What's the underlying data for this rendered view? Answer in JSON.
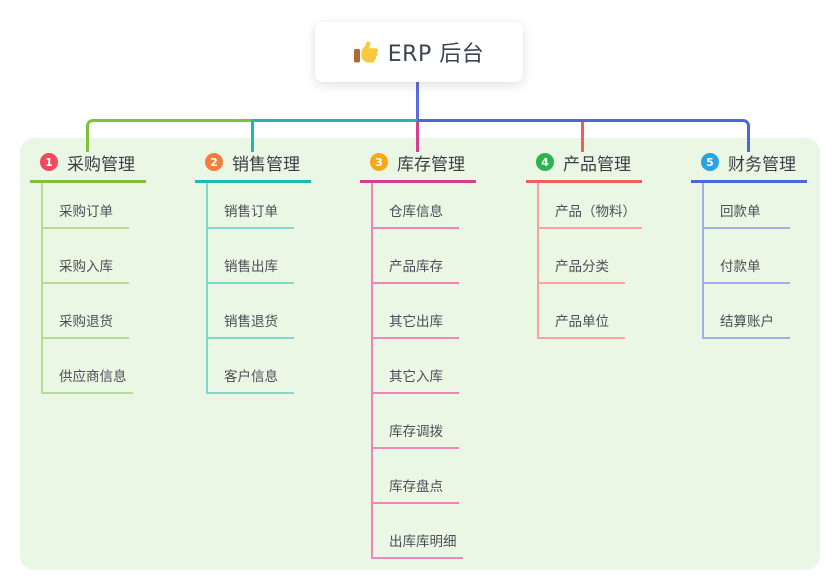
{
  "root": {
    "title": "ERP 后台",
    "icon": "thumbs-up-icon"
  },
  "colors": {
    "root_line": "#5b6ce1",
    "panel_bg": "#eaf7e5",
    "root_box_bg": "#ffffff",
    "thumb_yellow": "#f8c93c",
    "thumb_cuff": "#b06a32"
  },
  "branches": [
    {
      "num": "1",
      "label": "采购管理",
      "line_color": "#7fc13d",
      "child_line_color": "#b7db90",
      "badge_color": "#f4485e",
      "children": [
        "采购订单",
        "采购入库",
        "采购退货",
        "供应商信息"
      ]
    },
    {
      "num": "2",
      "label": "销售管理",
      "line_color": "#1db9ae",
      "child_line_color": "#82d7cf",
      "badge_color": "#f67d3b",
      "children": [
        "销售订单",
        "销售出库",
        "销售退货",
        "客户信息"
      ]
    },
    {
      "num": "3",
      "label": "库存管理",
      "line_color": "#d4408e",
      "child_line_color": "#ef85b9",
      "badge_color": "#f9a71b",
      "children": [
        "仓库信息",
        "产品库存",
        "其它出库",
        "其它入库",
        "库存调拨",
        "库存盘点",
        "出库库明细"
      ]
    },
    {
      "num": "4",
      "label": "产品管理",
      "line_color": "#f25c5c",
      "child_line_color": "#f7a3a3",
      "badge_color": "#2db44e",
      "children": [
        "产品（物料）",
        "产品分类",
        "产品单位"
      ]
    },
    {
      "num": "5",
      "label": "财务管理",
      "line_color": "#4c68d8",
      "child_line_color": "#9fb0e6",
      "badge_color": "#2aa3e2",
      "children": [
        "回款单",
        "付款单",
        "结算账户"
      ]
    }
  ]
}
